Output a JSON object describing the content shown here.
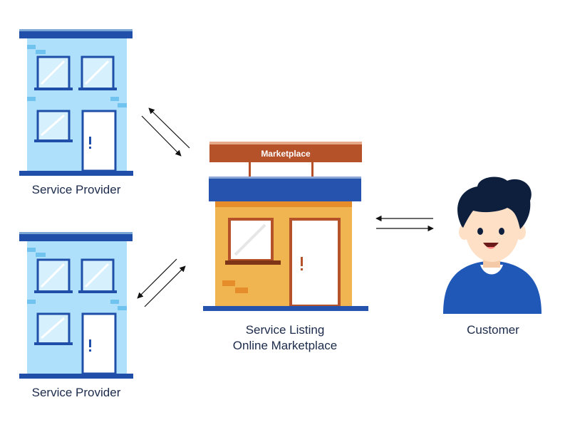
{
  "providers": [
    {
      "label": "Service Provider"
    },
    {
      "label": "Service Provider"
    }
  ],
  "marketplace": {
    "sign": "Marketplace",
    "label_line1": "Service Listing",
    "label_line2": "Online Marketplace"
  },
  "customer": {
    "label": "Customer"
  },
  "colors": {
    "building_light": "#aee0fb",
    "building_dark": "#1f4fa8",
    "shop_body": "#f0b450",
    "shop_awning": "#2553ad",
    "sign": "#b6522a",
    "skin": "#fde0c6",
    "hair": "#0d1f3d",
    "shirt": "#2058b8",
    "text": "#1b2a4a"
  }
}
